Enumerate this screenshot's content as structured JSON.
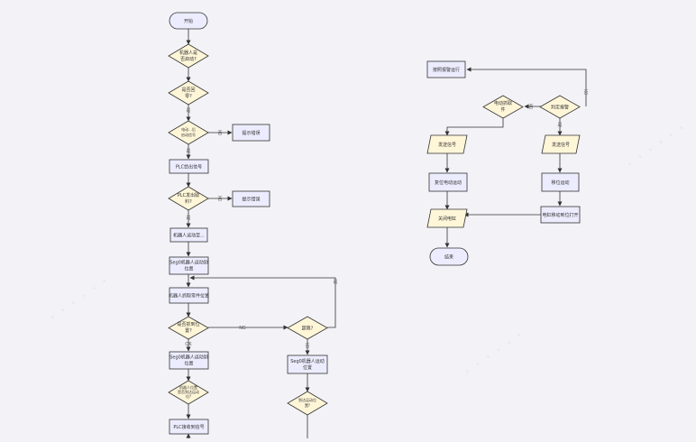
{
  "diagram": {
    "nodes": {
      "start": "开始",
      "d1": [
        "机器人是",
        "否启动?"
      ],
      "d2": [
        "是否回",
        "零?"
      ],
      "d3": [
        "电动...后",
        "启动信号"
      ],
      "r_err1": "提示错误",
      "plc1": "PLC给出信号",
      "d4": [
        "PLC发出取",
        "料?"
      ],
      "r_err2": "提示错误",
      "robot_move": "机器人运动至...",
      "seg1": [
        "Seg0机器人运动到",
        "位置"
      ],
      "robot_pick": "机器人抓取零件位置",
      "d5": [
        "是否抓到位",
        "置?"
      ],
      "d6": "超限?",
      "seg2": [
        "Seg0机器人运动到",
        "位置"
      ],
      "d7": [
        "机器人位置",
        "是否到达运动",
        "位?"
      ],
      "plc2": "PLC接收到信号",
      "seg3": [
        "Seg0机器人运动",
        "位置"
      ],
      "d8": [
        "到达运动位",
        "置?"
      ],
      "r_report": "按照报警运行",
      "d9": [
        "电动抓取",
        "件"
      ],
      "d10": "判定报警",
      "p1": "发送信号",
      "p2": "发送信号",
      "r_reset": "复位电动运动",
      "r_move": "移位运动",
      "r_open": "电缸移动到位打开",
      "p3": "关闭电缸",
      "end": "结束"
    },
    "labels": {
      "no1": "否",
      "yes1": "是",
      "no2": "否",
      "yes2": "是",
      "no3": "否",
      "yes3": "是",
      "no4": "NG",
      "ok4": "OK",
      "yes5": "是",
      "no5": "否",
      "no6": "否",
      "yes6": "是",
      "no7": "否"
    }
  }
}
